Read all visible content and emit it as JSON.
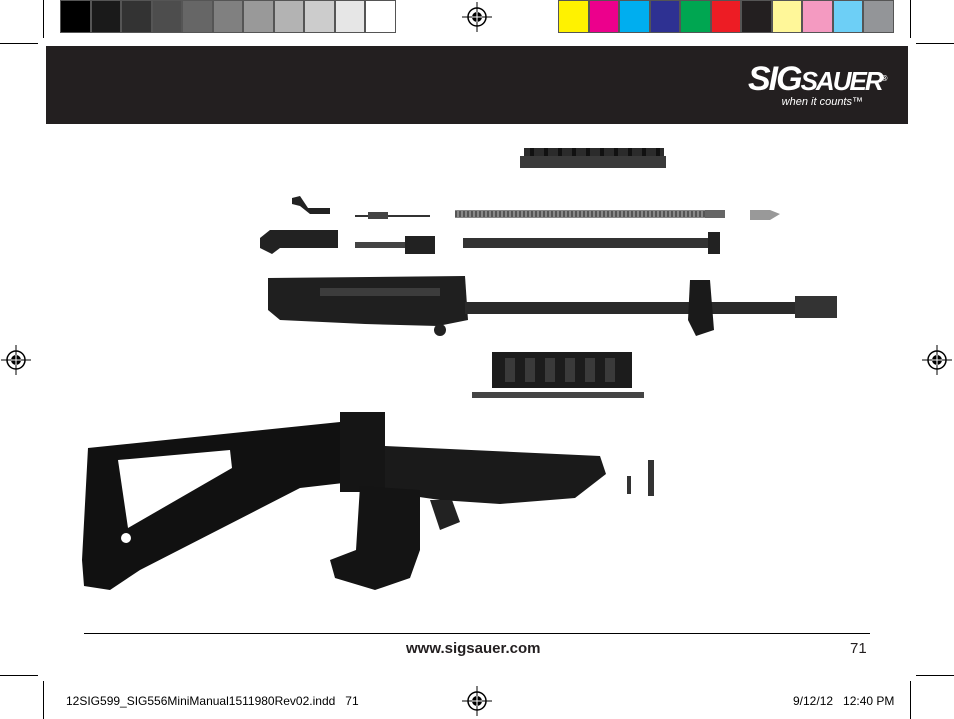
{
  "color_bar": {
    "grays": [
      "#000000",
      "#1a1a1a",
      "#333333",
      "#4d4d4d",
      "#666666",
      "#808080",
      "#999999",
      "#b3b3b3",
      "#cccccc",
      "#e6e6e6",
      "#ffffff"
    ],
    "colors": [
      "#fff200",
      "#ec008c",
      "#00aeef",
      "#2e3192",
      "#00a651",
      "#ed1c24",
      "#231f20",
      "#fff799",
      "#f49ac1",
      "#6dcff6",
      "#939598"
    ]
  },
  "header": {
    "logo_part1": "SIG",
    "logo_part2": "SAUER",
    "logo_mark": "®",
    "tagline": "when it counts™",
    "bg_color": "#231f20"
  },
  "footer": {
    "website": "www.sigsauer.com",
    "page_number": "71"
  },
  "slug": {
    "file_info": "12SIG599_SIG556MiniManual1511980Rev02.indd   71",
    "date_time": "9/12/12   12:40 PM"
  }
}
